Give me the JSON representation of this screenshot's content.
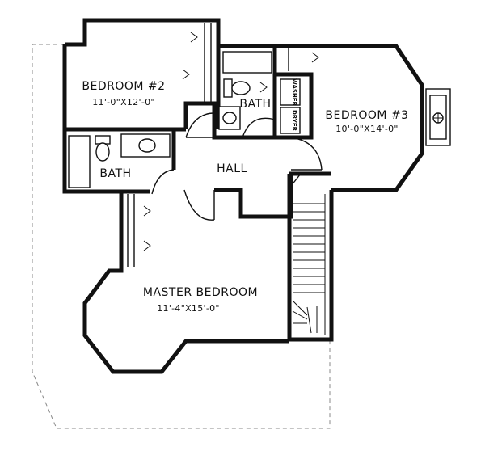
{
  "rooms": {
    "bedroom2": {
      "name": "BEDROOM #2",
      "dims": "11'-0\"X12'-0\""
    },
    "bedroom3": {
      "name": "BEDROOM #3",
      "dims": "10'-0\"X14'-0\""
    },
    "master": {
      "name": "MASTER BEDROOM",
      "dims": "11'-4\"X15'-0\""
    },
    "bath_upper": {
      "name": "BATH"
    },
    "bath_left": {
      "name": "BATH"
    },
    "hall": {
      "name": "HALL"
    }
  },
  "appliances": {
    "dryer": "DRYER",
    "washer": "WASHER"
  }
}
